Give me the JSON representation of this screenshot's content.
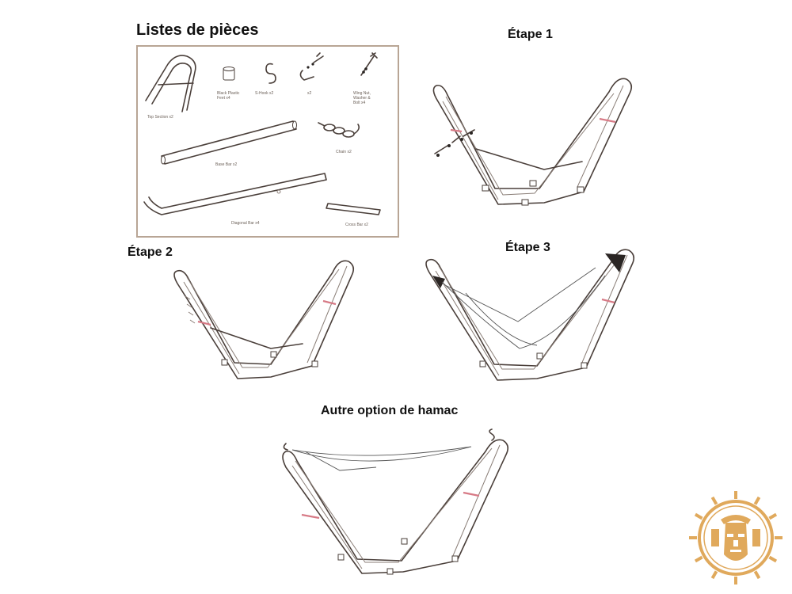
{
  "headings": {
    "parts": "Listes de pièces",
    "step1": "Étape 1",
    "step2": "Étape 2",
    "step3": "Étape 3",
    "alternative": "Autre option de hamac"
  },
  "parts": {
    "top_section": "Top Section x2",
    "foam_feet": "Black Plastic\nFeet x4",
    "s_hook": "S-Hook x2",
    "hook_pair": "x2",
    "wing_nut": "Wing Nut,\nWasher &\nBolt x4",
    "base_bar": "Base Bar x2",
    "chain": "Chain x2",
    "diagonal_bar": "Diagonal Bar x4",
    "cross_bar": "Cross Bar x2"
  },
  "colors": {
    "frame": "#4a3f3a",
    "accent_band": "#d77a86",
    "box_border": "#b8a595",
    "logo": "#e0a95c"
  }
}
